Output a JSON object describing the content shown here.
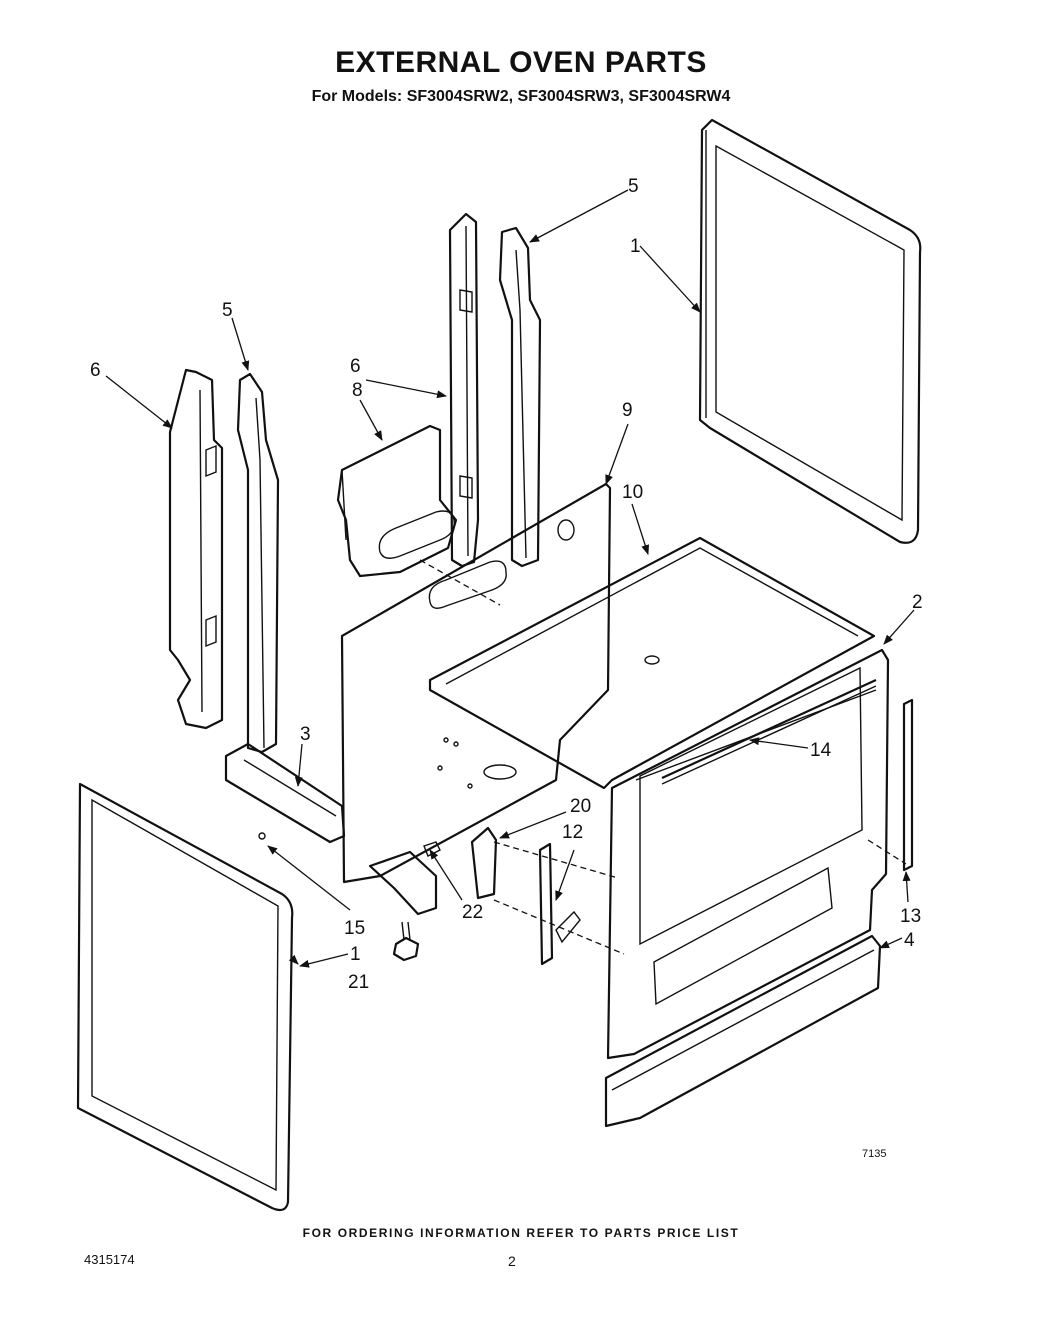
{
  "header": {
    "title": "EXTERNAL OVEN PARTS",
    "subtitle": "For Models: SF3004SRW2, SF3004SRW3, SF3004SRW4"
  },
  "callouts": [
    "1",
    "1",
    "2",
    "3",
    "4",
    "5",
    "5",
    "6",
    "6",
    "8",
    "9",
    "10",
    "12",
    "13",
    "14",
    "15",
    "20",
    "21",
    "22"
  ],
  "drawing_number": "7135",
  "footer": {
    "ordering_note": "FOR ORDERING INFORMATION REFER TO PARTS PRICE LIST",
    "document_number": "4315174",
    "page_number": "2"
  }
}
